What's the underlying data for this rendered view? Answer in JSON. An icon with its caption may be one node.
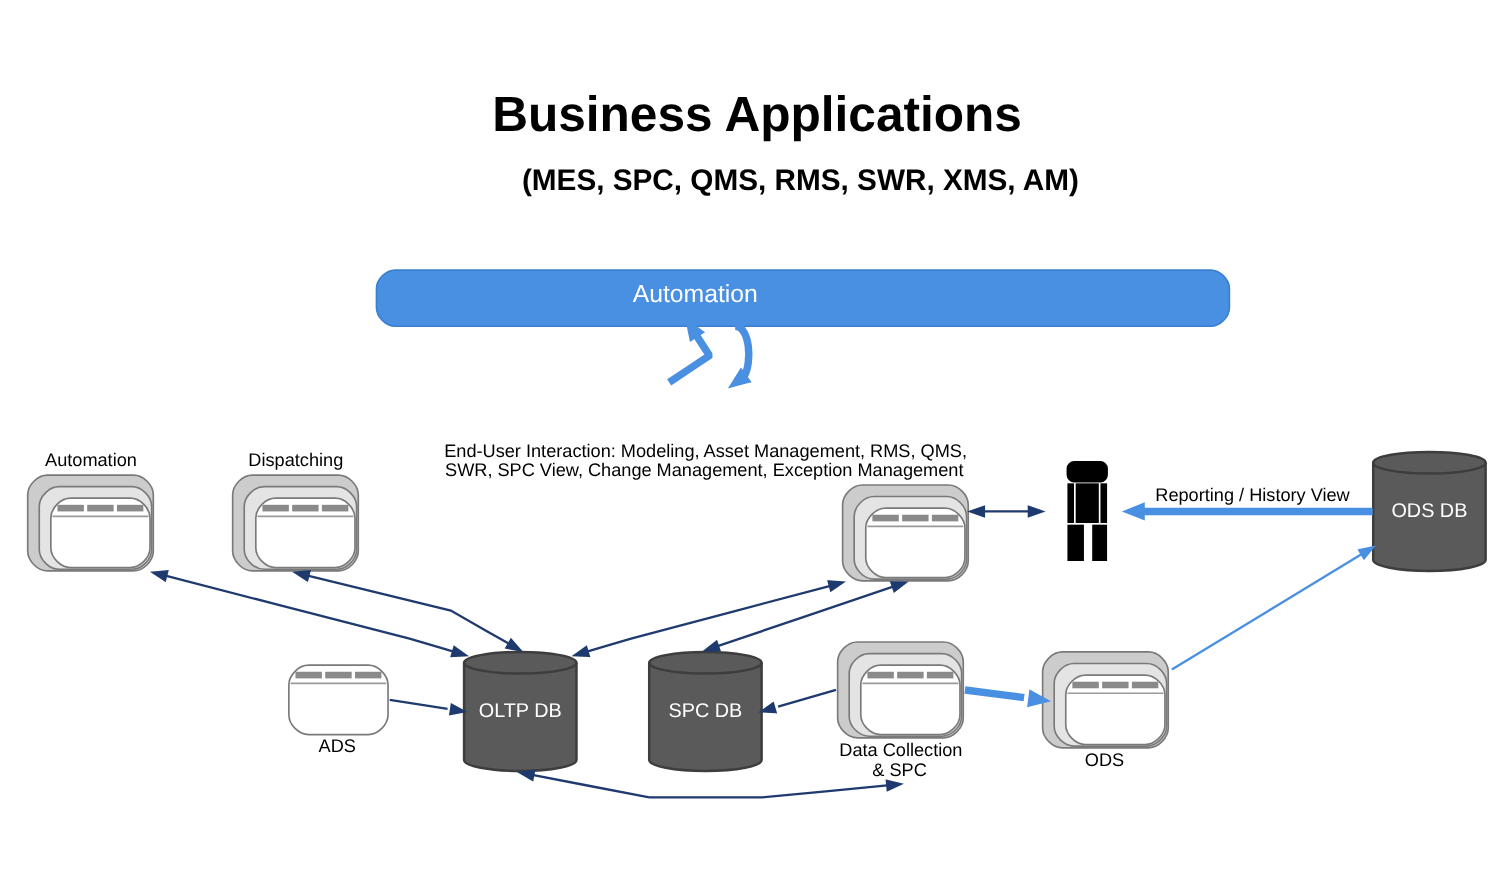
{
  "diagram": {
    "title": "Business Applications",
    "nodes": [
      {
        "text": [
          "Automation"
        ]
      },
      {
        "text": [
          "Automation"
        ]
      },
      {
        "text": [
          "Dispatching"
        ]
      },
      {
        "text": [
          "End-User Interaction: Modeling, Asset Management, RMS, QMS, SWR, SPC View, Change Management, Exception Management"
        ]
      },
      {
        "text": [],
        "shape": "person"
      },
      {
        "text": [
          "ODS DB"
        ]
      },
      {
        "text": [
          "ADS"
        ]
      },
      {
        "text": [
          "OLTP DB"
        ]
      },
      {
        "text": [
          "SPC DB"
        ]
      },
      {
        "text": [
          "Data Collection & SPC"
        ]
      },
      {
        "text": [
          "ODS"
        ]
      }
    ],
    "edges": [
      {
        "from": null,
        "to": 0,
        "arrow": "to",
        "style": "thick",
        "color": "#4a90e2"
      },
      {
        "from": 0,
        "to": null,
        "arrow": "to",
        "style": "thick",
        "color": "#4a90e2"
      },
      {
        "from": 3,
        "to": 4,
        "arrow": "both"
      },
      {
        "from": 5,
        "to": 4,
        "arrow": "to",
        "label": "Reporting / History View",
        "style": "thick",
        "color": "#4a90e2"
      },
      {
        "from": 1,
        "to": 7,
        "arrow": "both"
      },
      {
        "from": 2,
        "to": 7,
        "arrow": "both"
      },
      {
        "from": 3,
        "to": 7,
        "arrow": "both"
      },
      {
        "from": 3,
        "to": 8,
        "arrow": "both"
      },
      {
        "from": 10,
        "to": 5,
        "arrow": "to",
        "color": "#4a90e2"
      },
      {
        "from": 6,
        "to": 7,
        "arrow": "to"
      },
      {
        "from": 9,
        "to": 8,
        "arrow": "to"
      },
      {
        "from": 9,
        "to": 10,
        "arrow": "to",
        "style": "thick",
        "color": "#4a90e2"
      },
      {
        "from": 7,
        "to": 9,
        "arrow": "both"
      }
    ],
    "labels": [
      "(MES, SPC, QMS, RMS, SWR, XMS, AM)"
    ]
  }
}
